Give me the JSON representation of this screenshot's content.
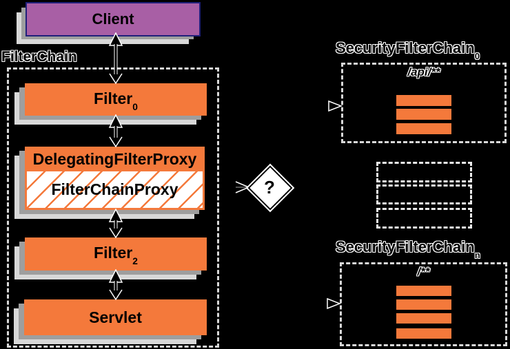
{
  "background_color": "#000000",
  "colors": {
    "box_orange": "#F4793B",
    "client_purple": "#A85FA5",
    "client_border_navy": "#20207A",
    "shadow_dark": "#9E9E9E",
    "shadow_light": "#D8D8D8",
    "dashed_border": "#D9D9D9",
    "text_black": "#000000",
    "text_outline_white": "#FFFFFF"
  },
  "left_column": {
    "client_label": "Client",
    "filter_chain_label": "FilterChain",
    "filter0": {
      "label": "Filter",
      "subscript": "0"
    },
    "delegating_filter_proxy_label": "DelegatingFilterProxy",
    "filter_chain_proxy_label": "FilterChainProxy",
    "filter2": {
      "label": "Filter",
      "subscript": "2"
    },
    "servlet_label": "Servlet"
  },
  "decision": {
    "label": "?"
  },
  "right_column": {
    "chain0": {
      "title": "SecurityFilterChain",
      "subscript": "0",
      "url_pattern": "/api/**",
      "filter_bar_count": 3
    },
    "ellipsis_box_count": 3,
    "chainN": {
      "title": "SecurityFilterChain",
      "subscript": "n",
      "url_pattern": "/**",
      "filter_bar_count": 4
    }
  }
}
